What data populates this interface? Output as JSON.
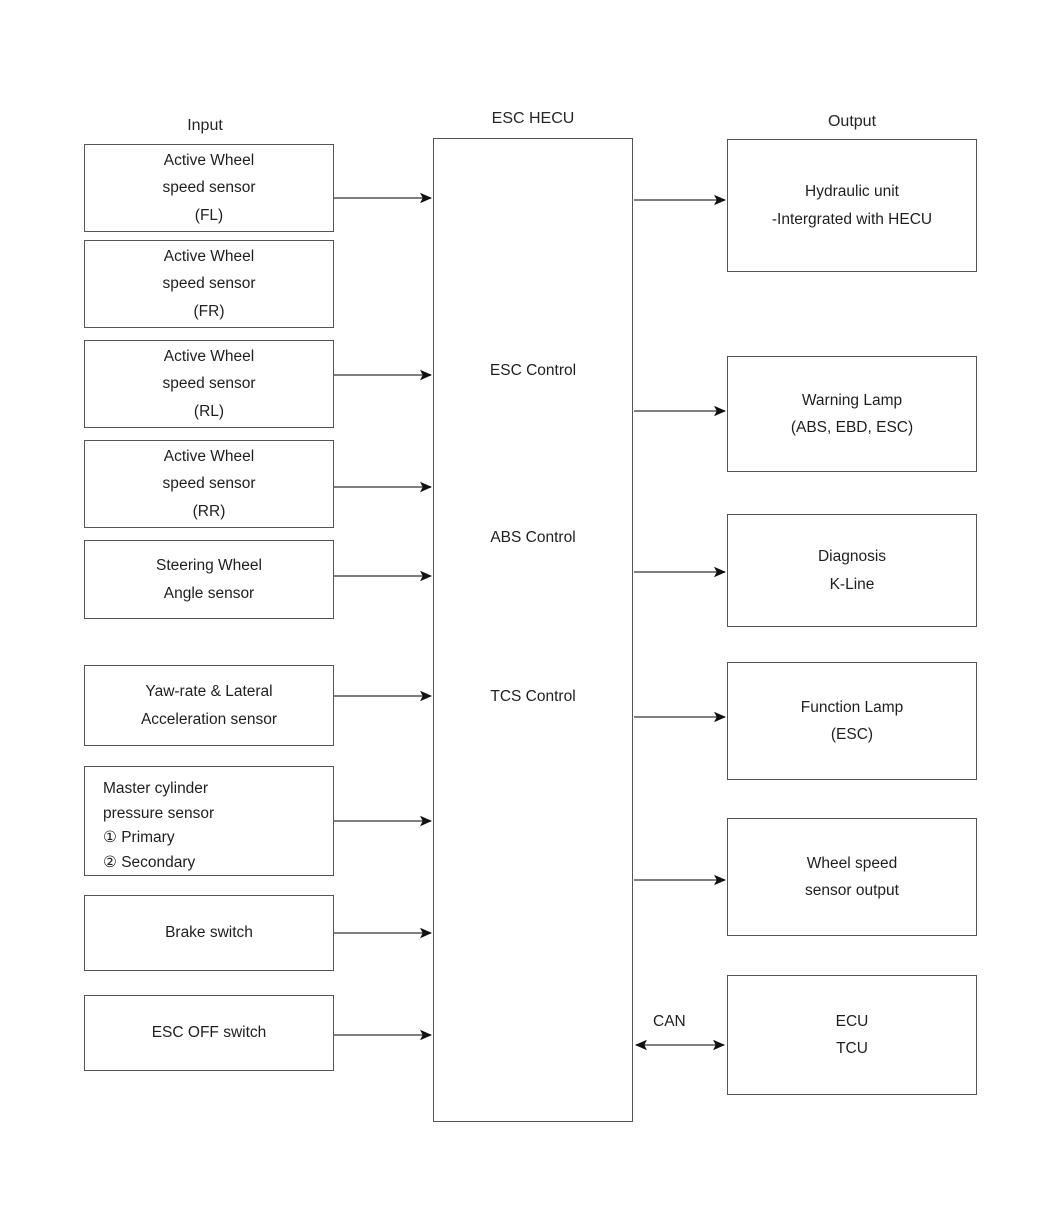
{
  "diagram": {
    "title_input": "Input",
    "title_hecu": "ESC HECU",
    "title_output": "Output",
    "can_label": "CAN",
    "stroke_color": "#555555",
    "text_color": "#1f1f1f",
    "background": "#ffffff"
  },
  "inputs": [
    {
      "id": "wheel-speed-fl",
      "l1": "Active Wheel",
      "l2": "speed sensor",
      "l3": "(FL)"
    },
    {
      "id": "wheel-speed-fr",
      "l1": "Active Wheel",
      "l2": "speed sensor",
      "l3": "(FR)"
    },
    {
      "id": "wheel-speed-rl",
      "l1": "Active Wheel",
      "l2": "speed sensor",
      "l3": "(RL)"
    },
    {
      "id": "wheel-speed-rr",
      "l1": "Active Wheel",
      "l2": "speed sensor",
      "l3": "(RR)"
    },
    {
      "id": "steering-angle",
      "l1": "Steering Wheel",
      "l2": "Angle sensor",
      "l3": ""
    },
    {
      "id": "yaw-rate",
      "l1": "Yaw-rate & Lateral",
      "l2": "Acceleration sensor",
      "l3": ""
    },
    {
      "id": "master-cylinder-pressure",
      "l1": "Master cylinder",
      "l2": "pressure sensor",
      "l3": "① Primary",
      "l4": "② Secondary"
    },
    {
      "id": "brake-switch",
      "l1": "Brake switch",
      "l2": "",
      "l3": ""
    },
    {
      "id": "esc-off-switch",
      "l1": "ESC OFF switch",
      "l2": "",
      "l3": ""
    }
  ],
  "hecu_functions": [
    {
      "id": "esc-control",
      "label": "ESC Control"
    },
    {
      "id": "abs-control",
      "label": "ABS Control"
    },
    {
      "id": "tcs-control",
      "label": "TCS Control"
    }
  ],
  "outputs": [
    {
      "id": "hydraulic-unit",
      "l1": "Hydraulic unit",
      "l2": "-Intergrated with HECU"
    },
    {
      "id": "warning-lamp",
      "l1": "Warning Lamp",
      "l2": "(ABS, EBD, ESC)"
    },
    {
      "id": "diagnosis",
      "l1": "Diagnosis",
      "l2": "K-Line"
    },
    {
      "id": "function-lamp",
      "l1": "Function Lamp",
      "l2": "(ESC)"
    },
    {
      "id": "wheel-speed-output",
      "l1": "Wheel speed",
      "l2": "sensor output"
    },
    {
      "id": "ecu-tcu",
      "l1": "ECU",
      "l2": "TCU"
    }
  ]
}
